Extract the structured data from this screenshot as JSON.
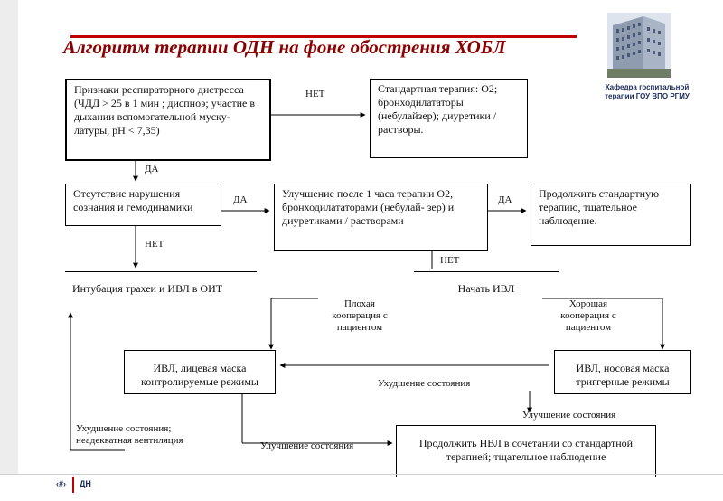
{
  "title": "Алгоритм терапии ОДН на фоне обострения ХОБЛ",
  "department": "Кафедра госпитальной терапии ГОУ ВПО РГМУ",
  "footer": {
    "page_marker": "‹#›",
    "text": "ДН"
  },
  "nodes": {
    "distress": "Признаки респираторного дистресса (ЧДД > 25 в 1 мин ; диспноэ; участие в дыхании вспомогательной муску- латуры, pH < 7,35)",
    "standard": "Стандартная терапия: О2; бронходилататоры (небулайзер); диуретики / растворы.",
    "no_disorder": "Отсутствие нарушения сознания и гемодинамики",
    "improvement": "Улучшение после 1 часа терапии О2, бронходилататорами (небулай- зер) и диуретиками / растворами",
    "continue_standard": "Продолжить стандартную терапию, тщательное наблюдение.",
    "intubation": "Интубация трахеи и ИВЛ в ОИТ",
    "start_ivl": "Начать ИВЛ",
    "ivl_face": "ИВЛ, лицевая маска контролируемые режимы",
    "ivl_nasal": "ИВЛ, носовая маска триггерные режимы",
    "continue_ivl": "Продолжить НВЛ в сочетании со стандартной терапией; тщательное наблюдение"
  },
  "labels": {
    "no1": "НЕТ",
    "yes1": "ДА",
    "yes2": "ДА",
    "yes3": "ДА",
    "no2": "НЕТ",
    "no3": "НЕТ",
    "poor_coop": "Плохая кооперация с пациентом",
    "good_coop": "Хорошая кооперация с пациентом",
    "worsening": "Ухудшение состояния",
    "improvement_right": "Улучшение состояния",
    "worsening_left": "Ухудшение состояния; неадекватная вентиляция",
    "improvement_bottom": "Улучшение состояния"
  }
}
